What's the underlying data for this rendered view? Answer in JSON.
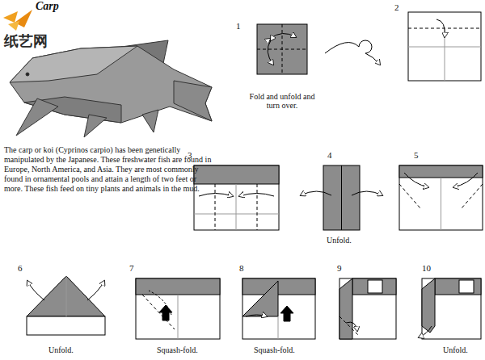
{
  "diagram": {
    "title": "Carp",
    "labels": [
      "纸艺网",
      "The carp or koi (Cyprinos carpio) has been genetically manipulated by the Japanese. These freshwater fish are found in Europe, North America, and Asia. They are most commonly found in ornamental pools and attain a length of two feet or more. These fish feed on tiny plants and animals in the mud.",
      "1",
      "2",
      "3",
      "4",
      "5",
      "6",
      "7",
      "8",
      "9",
      "10",
      "Fold and unfold and turn over.",
      "Unfold.",
      "Unfold.",
      "Squash-fold.",
      "Squash-fold.",
      "Unfold."
    ]
  }
}
